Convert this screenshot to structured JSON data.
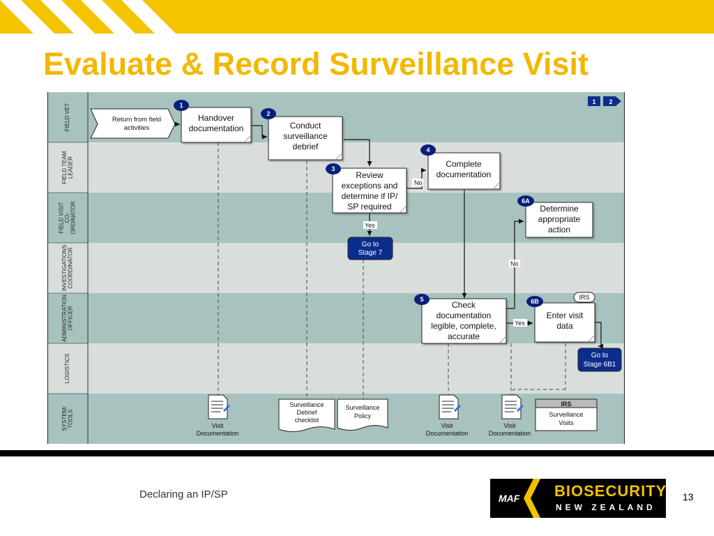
{
  "slide": {
    "title": "Evaluate & Record Surveillance Visit",
    "footer": "Declaring an IP/SP",
    "page_number": "13"
  },
  "logo": {
    "maf": "MAF",
    "line1": "BIOSECURITY",
    "line2": "NEW ZEALAND"
  },
  "colors": {
    "accent_yellow": "#f5c400",
    "title_yellow": "#f2b800",
    "lane_dark": "#a8c2bf",
    "lane_light": "#d9dedd",
    "badge_navy": "#0a1f7a",
    "goto_blue": "#0b2e8c"
  },
  "lanes": [
    [
      "FIELD VET"
    ],
    [
      "FIELD TEAM",
      "LEADER"
    ],
    [
      "FIELD VISIT",
      "CO-",
      "ORDINATOR"
    ],
    [
      "INVESTIGATIONS",
      "COORDINATOR"
    ],
    [
      "ADMINISTRATION",
      "OFFICER"
    ],
    [
      "LOGISTICS"
    ],
    [
      "SYSTEM/",
      "TOOLS"
    ]
  ],
  "start": [
    "Return from field",
    "activities"
  ],
  "steps": {
    "s1": {
      "badge": "1",
      "lines": [
        "Handover",
        "documentation"
      ]
    },
    "s2": {
      "badge": "2",
      "lines": [
        "Conduct",
        "surveillance",
        "debrief"
      ]
    },
    "s3": {
      "badge": "3",
      "lines": [
        "Review",
        "exceptions and",
        "determine if IP/",
        "SP required"
      ]
    },
    "s4": {
      "badge": "4",
      "lines": [
        "Complete",
        "documentation"
      ]
    },
    "s5": {
      "badge": "5",
      "lines": [
        "Check",
        "documentation",
        "legible, complete,",
        "accurate"
      ]
    },
    "s6a": {
      "badge": "6A",
      "lines": [
        "Determine",
        "appropriate",
        "action"
      ]
    },
    "s6b": {
      "badge": "6B",
      "lines": [
        "Enter visit",
        "data"
      ],
      "tag": "IRS"
    }
  },
  "goto": {
    "stage7": [
      "Go to",
      "Stage 7"
    ],
    "stage6b1": [
      "Go to",
      "Stage 6B1"
    ]
  },
  "labels": {
    "yes": "Yes",
    "no": "No"
  },
  "page_nav": {
    "current": "1",
    "next": "2"
  },
  "docs": {
    "visit1": [
      "Visit",
      "Documentation"
    ],
    "debrief": [
      "Surveillance",
      "Debrief",
      "checklist"
    ],
    "policy": [
      "Surveillance",
      "Policy"
    ],
    "visit2": [
      "Visit",
      "Documentation"
    ],
    "visit3": [
      "Visit",
      "Documentation"
    ],
    "irs": {
      "header": "IRS",
      "lines": [
        "Surveillance",
        "Visits"
      ]
    }
  }
}
